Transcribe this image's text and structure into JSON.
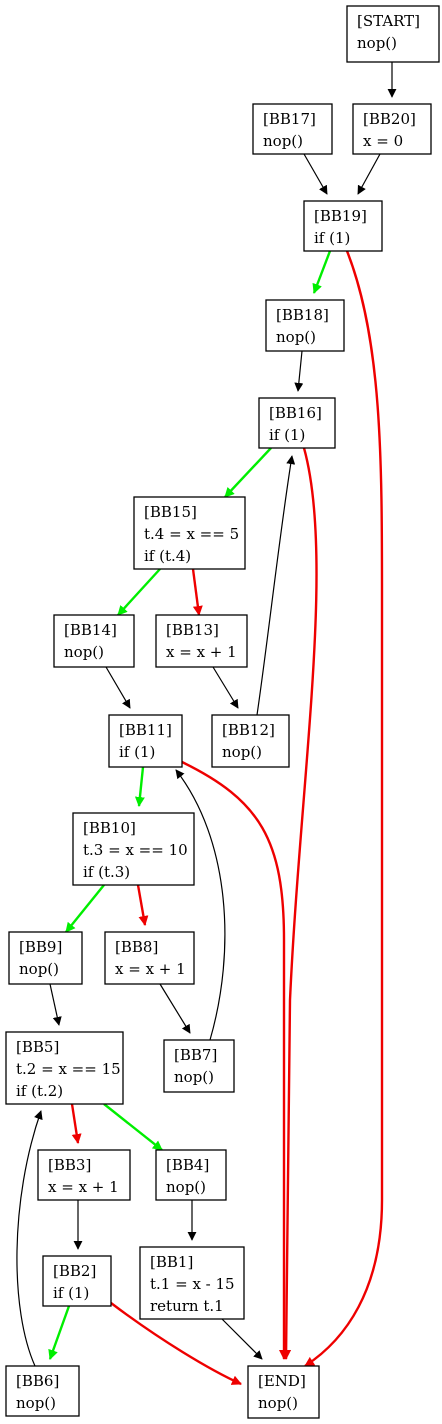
{
  "colors": {
    "true_branch": "#00ee00",
    "false_branch": "#ee0000",
    "fallthrough": "#000000"
  },
  "nodes": {
    "start": {
      "label": "[START]",
      "lines": [
        "nop()"
      ]
    },
    "bb17": {
      "label": "[BB17]",
      "lines": [
        "nop()"
      ]
    },
    "bb20": {
      "label": "[BB20]",
      "lines": [
        "x = 0"
      ]
    },
    "bb19": {
      "label": "[BB19]",
      "lines": [
        "if (1)"
      ]
    },
    "bb18": {
      "label": "[BB18]",
      "lines": [
        "nop()"
      ]
    },
    "bb16": {
      "label": "[BB16]",
      "lines": [
        "if (1)"
      ]
    },
    "bb15": {
      "label": "[BB15]",
      "lines": [
        "t.4 = x == 5",
        "if (t.4)"
      ]
    },
    "bb14": {
      "label": "[BB14]",
      "lines": [
        "nop()"
      ]
    },
    "bb13": {
      "label": "[BB13]",
      "lines": [
        "x = x + 1"
      ]
    },
    "bb11": {
      "label": "[BB11]",
      "lines": [
        "if (1)"
      ]
    },
    "bb12": {
      "label": "[BB12]",
      "lines": [
        "nop()"
      ]
    },
    "bb10": {
      "label": "[BB10]",
      "lines": [
        "t.3 = x == 10",
        "if (t.3)"
      ]
    },
    "bb9": {
      "label": "[BB9]",
      "lines": [
        "nop()"
      ]
    },
    "bb8": {
      "label": "[BB8]",
      "lines": [
        "x = x + 1"
      ]
    },
    "bb5": {
      "label": "[BB5]",
      "lines": [
        "t.2 = x == 15",
        "if (t.2)"
      ]
    },
    "bb7": {
      "label": "[BB7]",
      "lines": [
        "nop()"
      ]
    },
    "bb3": {
      "label": "[BB3]",
      "lines": [
        "x = x + 1"
      ]
    },
    "bb4": {
      "label": "[BB4]",
      "lines": [
        "nop()"
      ]
    },
    "bb2": {
      "label": "[BB2]",
      "lines": [
        "if (1)"
      ]
    },
    "bb1": {
      "label": "[BB1]",
      "lines": [
        "t.1 = x - 15",
        "return t.1"
      ]
    },
    "bb6": {
      "label": "[BB6]",
      "lines": [
        "nop()"
      ]
    },
    "end": {
      "label": "[END]",
      "lines": [
        "nop()"
      ]
    }
  },
  "edges": [
    {
      "from": "start",
      "to": "bb20",
      "kind": "fallthrough"
    },
    {
      "from": "bb17",
      "to": "bb19",
      "kind": "fallthrough"
    },
    {
      "from": "bb20",
      "to": "bb19",
      "kind": "fallthrough"
    },
    {
      "from": "bb19",
      "to": "bb18",
      "kind": "true"
    },
    {
      "from": "bb19",
      "to": "end",
      "kind": "false"
    },
    {
      "from": "bb18",
      "to": "bb16",
      "kind": "fallthrough"
    },
    {
      "from": "bb16",
      "to": "bb15",
      "kind": "true"
    },
    {
      "from": "bb16",
      "to": "end",
      "kind": "false"
    },
    {
      "from": "bb15",
      "to": "bb14",
      "kind": "true"
    },
    {
      "from": "bb15",
      "to": "bb13",
      "kind": "false"
    },
    {
      "from": "bb14",
      "to": "bb11",
      "kind": "fallthrough"
    },
    {
      "from": "bb13",
      "to": "bb12",
      "kind": "fallthrough"
    },
    {
      "from": "bb12",
      "to": "bb16",
      "kind": "fallthrough"
    },
    {
      "from": "bb11",
      "to": "bb10",
      "kind": "true"
    },
    {
      "from": "bb11",
      "to": "end",
      "kind": "false"
    },
    {
      "from": "bb10",
      "to": "bb9",
      "kind": "true"
    },
    {
      "from": "bb10",
      "to": "bb8",
      "kind": "false"
    },
    {
      "from": "bb9",
      "to": "bb5",
      "kind": "fallthrough"
    },
    {
      "from": "bb8",
      "to": "bb7",
      "kind": "fallthrough"
    },
    {
      "from": "bb7",
      "to": "bb11",
      "kind": "fallthrough"
    },
    {
      "from": "bb5",
      "to": "bb4",
      "kind": "true"
    },
    {
      "from": "bb5",
      "to": "bb3",
      "kind": "false"
    },
    {
      "from": "bb3",
      "to": "bb2",
      "kind": "fallthrough"
    },
    {
      "from": "bb4",
      "to": "bb1",
      "kind": "fallthrough"
    },
    {
      "from": "bb2",
      "to": "bb6",
      "kind": "true"
    },
    {
      "from": "bb2",
      "to": "end",
      "kind": "false"
    },
    {
      "from": "bb1",
      "to": "end",
      "kind": "fallthrough"
    },
    {
      "from": "bb6",
      "to": "bb5",
      "kind": "fallthrough"
    }
  ]
}
